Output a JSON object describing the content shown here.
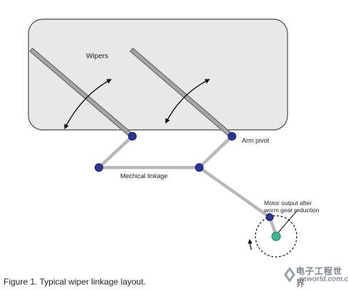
{
  "labels": {
    "wipers": "Wipers",
    "arm_pivot": "Arm pivot",
    "linkage": "Mechical  linkage",
    "motor_line1": "Motor output after",
    "motor_line2": "worm gear reduction"
  },
  "caption": "Figure 1. Typical wiper linkage layout.",
  "watermark": {
    "chinese": "电子工程世界",
    "site": "eeworld.com.cn"
  },
  "colors": {
    "windshield_fill": "#e8e8e8",
    "windshield_stroke": "#4a4a4a",
    "wiper_arm": "#8e8e8e",
    "linkage_bar": "#b8b8b8",
    "joint": "#2e3591",
    "motor_hub": "#3cb493"
  }
}
